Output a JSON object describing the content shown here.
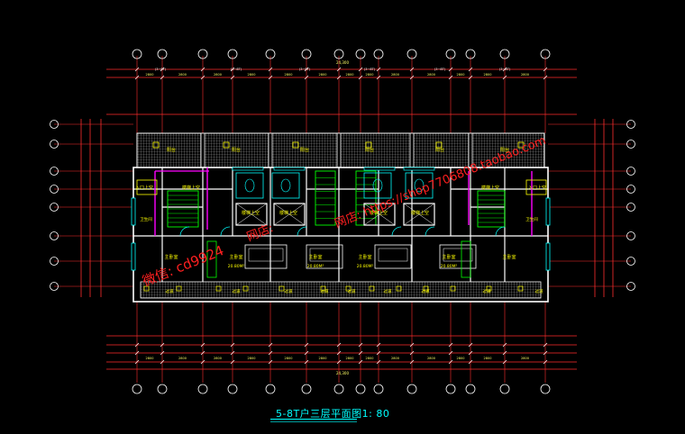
{
  "drawing": {
    "caption": "5-8T户三层平面图1: 80"
  },
  "overall_dims": {
    "top_total": "24,300",
    "bottom_total": "24,300"
  },
  "rooms": {
    "balcony": "阳台",
    "master_bedroom": "主卧室",
    "master_area_1": "20.80M²",
    "master_area_2": "20.80M²",
    "master_area_3": "20.80M²",
    "master_area_4": "20.80M²",
    "entrance": "入口上空",
    "stair": "楼梯上空",
    "bath": "卫生间",
    "corridor": "过道"
  },
  "watermarks": {
    "left": "微信: cd9924",
    "left2": "网店:",
    "right": "网店: https://shop7706808.taobao.com"
  },
  "colors": {
    "wall": "#ffffff",
    "dimension": "#ff2d2d",
    "text": "#ffff00",
    "hatch": "#9a9a9a",
    "accent": "#00ffff",
    "watermark": "#ff2020",
    "magenta": "#ff00ff",
    "green": "#00ff00"
  }
}
